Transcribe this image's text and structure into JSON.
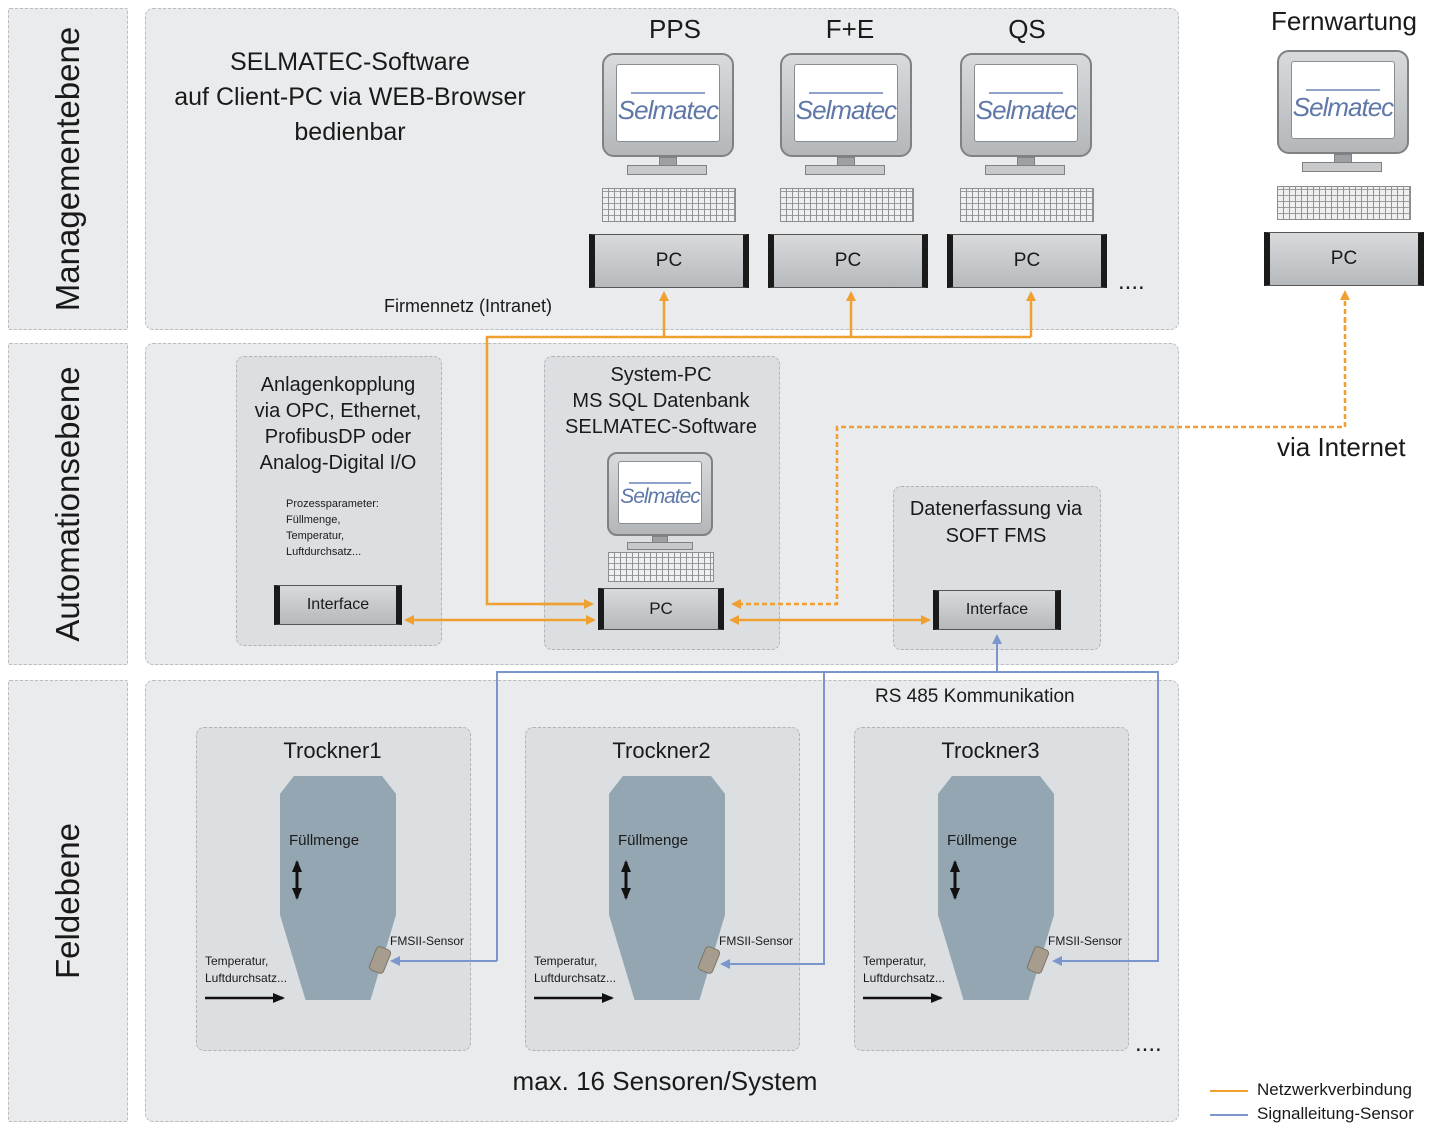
{
  "levels": {
    "management": "Managementebene",
    "automation": "Automationsebene",
    "field": "Feldebene"
  },
  "management": {
    "software_text": "SELMATEC-Software\nauf Client-PC via WEB-Browser\nbedienbar",
    "workstations": [
      {
        "title": "PPS",
        "pc_label": "PC"
      },
      {
        "title": "F+E",
        "pc_label": "PC"
      },
      {
        "title": "QS",
        "pc_label": "PC"
      }
    ],
    "more": "....",
    "intranet_label": "Firmennetz (Intranet)",
    "logo_text": "Selmatec"
  },
  "remote": {
    "title": "Fernwartung",
    "pc_label": "PC",
    "via_internet": "via Internet"
  },
  "automation": {
    "coupling": {
      "title": "Anlagenkopplung\nvia OPC, Ethernet,\nProfibusDP oder\nAnalog-Digital I/O",
      "params": "Prozessparameter:\nFüllmenge,\nTemperatur,\nLuftdurchsatz...",
      "interface_label": "Interface"
    },
    "system_pc": {
      "title": "System-PC\nMS SQL Datenbank\nSELMATEC-Software",
      "pc_label": "PC"
    },
    "capture": {
      "title": "Datenerfassung via\nSOFT FMS",
      "interface_label": "Interface"
    }
  },
  "field": {
    "rs485": "RS 485 Kommunikation",
    "dryers": [
      {
        "name": "Trockner1",
        "fill": "Füllmenge",
        "sensor": "FMSII-Sensor",
        "air": "Temperatur,\nLuftdurchsatz..."
      },
      {
        "name": "Trockner2",
        "fill": "Füllmenge",
        "sensor": "FMSII-Sensor",
        "air": "Temperatur,\nLuftdurchsatz..."
      },
      {
        "name": "Trockner3",
        "fill": "Füllmenge",
        "sensor": "FMSII-Sensor",
        "air": "Temperatur,\nLuftdurchsatz..."
      }
    ],
    "more": "....",
    "max_sensors": "max. 16 Sensoren/System"
  },
  "legend": {
    "items": [
      {
        "label": "Netzwerkverbindung",
        "color": "#f0a030"
      },
      {
        "label": "Signalleitung-Sensor",
        "color": "#7b96cc"
      }
    ]
  },
  "colors": {
    "network": "#f0a030",
    "signal": "#7b96cc"
  }
}
